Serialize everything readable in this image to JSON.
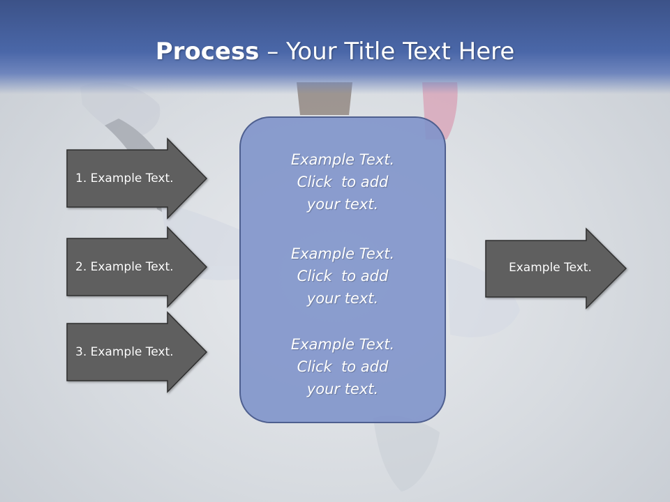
{
  "title": {
    "bold": "Process",
    "rest": " – Your Title Text Here"
  },
  "left_arrows": [
    {
      "label": "1. Example Text."
    },
    {
      "label": "2. Example Text."
    },
    {
      "label": "3. Example Text."
    }
  ],
  "center_blocks": [
    {
      "line1": "Example Text.",
      "line2": "Click  to add",
      "line3": "your text."
    },
    {
      "line1": "Example Text.",
      "line2": "Click  to add",
      "line3": "your text."
    },
    {
      "line1": "Example Text.",
      "line2": "Click  to add",
      "line3": "your text."
    }
  ],
  "right_arrow": {
    "label": "Example Text."
  },
  "colors": {
    "header": "#4a67a8",
    "arrow_fill": "#5f5f5f",
    "center_box": "#7d92ca"
  }
}
